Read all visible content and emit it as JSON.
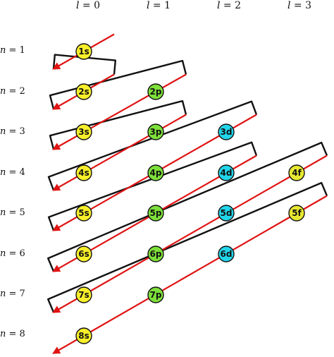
{
  "headers": [
    {
      "var": "l",
      "eq": " = 0"
    },
    {
      "var": "l",
      "eq": " = 1"
    },
    {
      "var": "l",
      "eq": " = 2"
    },
    {
      "var": "l",
      "eq": " = 3"
    }
  ],
  "rows": [
    {
      "var": "n",
      "eq": " = 1"
    },
    {
      "var": "n",
      "eq": " = 2"
    },
    {
      "var": "n",
      "eq": " = 3"
    },
    {
      "var": "n",
      "eq": " = 4"
    },
    {
      "var": "n",
      "eq": " = 5"
    },
    {
      "var": "n",
      "eq": " = 6"
    },
    {
      "var": "n",
      "eq": " = 7"
    },
    {
      "var": "n",
      "eq": " = 8"
    }
  ],
  "orbitals": [
    {
      "label": "1s",
      "n": 1,
      "l": 0
    },
    {
      "label": "2s",
      "n": 2,
      "l": 0
    },
    {
      "label": "2p",
      "n": 2,
      "l": 1
    },
    {
      "label": "3s",
      "n": 3,
      "l": 0
    },
    {
      "label": "3p",
      "n": 3,
      "l": 1
    },
    {
      "label": "3d",
      "n": 3,
      "l": 2
    },
    {
      "label": "4s",
      "n": 4,
      "l": 0
    },
    {
      "label": "4p",
      "n": 4,
      "l": 1
    },
    {
      "label": "4d",
      "n": 4,
      "l": 2
    },
    {
      "label": "4f",
      "n": 4,
      "l": 3
    },
    {
      "label": "5s",
      "n": 5,
      "l": 0
    },
    {
      "label": "5p",
      "n": 5,
      "l": 1
    },
    {
      "label": "5d",
      "n": 5,
      "l": 2
    },
    {
      "label": "5f",
      "n": 5,
      "l": 3
    },
    {
      "label": "6s",
      "n": 6,
      "l": 0
    },
    {
      "label": "6p",
      "n": 6,
      "l": 1
    },
    {
      "label": "6d",
      "n": 6,
      "l": 2
    },
    {
      "label": "7s",
      "n": 7,
      "l": 0
    },
    {
      "label": "7p",
      "n": 7,
      "l": 1
    },
    {
      "label": "8s",
      "n": 8,
      "l": 0
    }
  ],
  "colors": {
    "s": "#f7ef2a",
    "p": "#7ee03a",
    "d": "#22d6ea",
    "f": "#e8e831",
    "arrow": "#e01414",
    "connector": "#111111"
  }
}
